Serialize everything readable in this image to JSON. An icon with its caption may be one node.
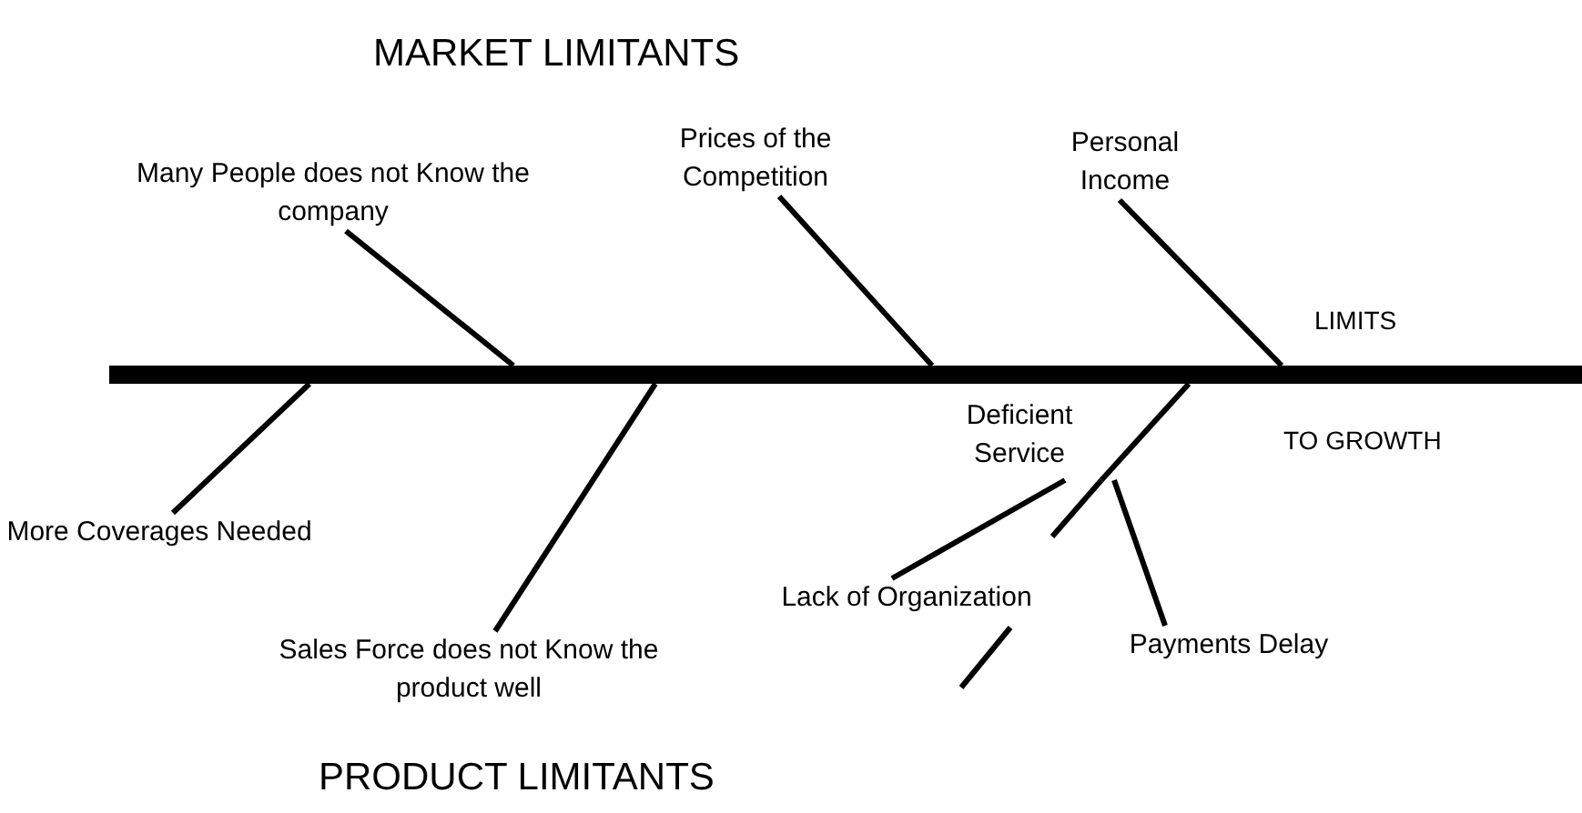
{
  "diagram": {
    "nodes": [
      {
        "text": [],
        "shape": "bar"
      },
      {
        "text": [
          "Many People does not Know the company"
        ]
      },
      {
        "text": [
          "Prices of the Competition"
        ]
      },
      {
        "text": [
          "Personal Income"
        ]
      },
      {
        "text": [
          "More Coverages Needed"
        ]
      },
      {
        "text": [
          "Sales Force does not Know the product well"
        ]
      },
      {
        "text": [
          "Deficient Service"
        ]
      },
      {
        "text": [
          "Lack of Organization"
        ]
      },
      {
        "text": [
          "Payments Delay"
        ]
      }
    ],
    "edges": [
      {
        "from": 1,
        "to": 0,
        "arrow": "none"
      },
      {
        "from": 2,
        "to": 0,
        "arrow": "none"
      },
      {
        "from": 3,
        "to": 0,
        "arrow": "none"
      },
      {
        "from": 4,
        "to": 0,
        "arrow": "none"
      },
      {
        "from": 5,
        "to": 0,
        "arrow": "none"
      },
      {
        "from": 6,
        "to": 0,
        "arrow": "none"
      },
      {
        "from": 7,
        "to": 6,
        "arrow": "none"
      },
      {
        "from": 8,
        "to": 6,
        "arrow": "none"
      }
    ],
    "labels": [
      "MARKET LIMITANTS",
      "LIMITS",
      "TO GROWTH",
      "PRODUCT LIMITANTS"
    ]
  }
}
